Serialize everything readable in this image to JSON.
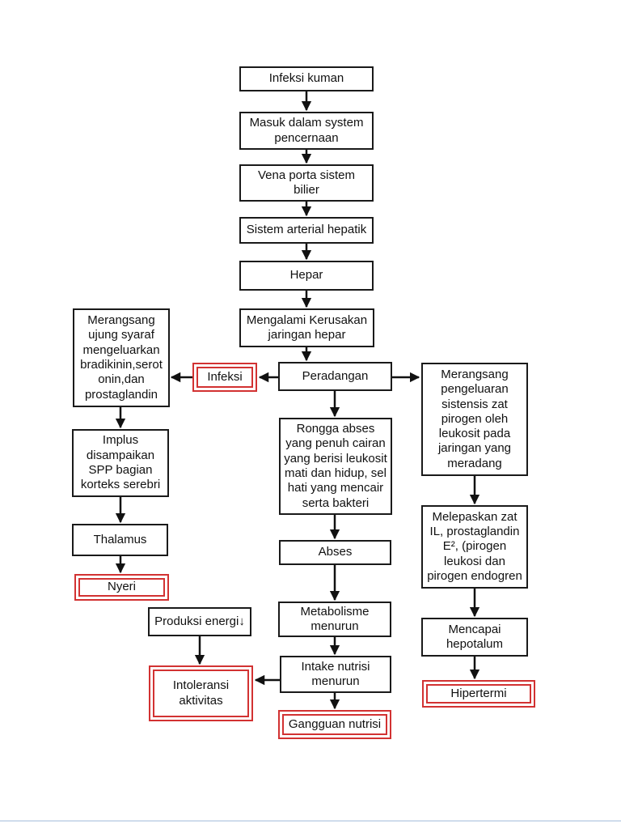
{
  "colors": {
    "box_border": "#1a1a1a",
    "alert_border": "#d23232",
    "arrow": "#111111",
    "text": "#111111",
    "page_background": "#ffffff",
    "footer_line": "#cfdcec"
  },
  "flowchart": {
    "nodes": {
      "infeksi_kuman": {
        "label": "Infeksi kuman",
        "type": "process"
      },
      "masuk_sistem_pencernaan": {
        "label": "Masuk dalam system\npencernaan",
        "type": "process"
      },
      "vena_porta": {
        "label": "Vena porta sistem\nbilier",
        "type": "process"
      },
      "sistem_arterial": {
        "label": "Sistem arterial hepatik",
        "type": "process"
      },
      "hepar": {
        "label": "Hepar",
        "type": "process"
      },
      "kerusakan_jaringan": {
        "label": "Mengalami Kerusakan\njaringan hepar",
        "type": "process"
      },
      "peradangan": {
        "label": "Peradangan",
        "type": "process"
      },
      "infeksi": {
        "label": "Infeksi",
        "type": "diagnosis-alert"
      },
      "merangsang_syaraf": {
        "label": "Merangsang\nujung syaraf\nmengeluarkan\nbradikinin,serot\nonin,dan\nprostaglandin",
        "type": "process"
      },
      "implus_spp": {
        "label": "Implus\ndisampaikan\nSPP bagian\nkorteks serebri",
        "type": "process"
      },
      "thalamus": {
        "label": "Thalamus",
        "type": "process"
      },
      "nyeri": {
        "label": "Nyeri",
        "type": "diagnosis-alert"
      },
      "rongga_abses": {
        "label": "Rongga abses\nyang penuh cairan\nyang berisi leukosit\nmati dan hidup, sel\nhati yang mencair\nserta bakteri",
        "type": "process"
      },
      "abses": {
        "label": "Abses",
        "type": "process"
      },
      "metabolisme_menurun": {
        "label": "Metabolisme\nmenurun",
        "type": "process"
      },
      "intake_nutrisi_menurun": {
        "label": "Intake nutrisi\nmenurun",
        "type": "process"
      },
      "gangguan_nutrisi": {
        "label": "Gangguan nutrisi",
        "type": "diagnosis-alert"
      },
      "produksi_energi": {
        "label": "Produksi energi↓",
        "type": "process"
      },
      "intoleransi_aktivitas": {
        "label": "Intoleransi\naktivitas",
        "type": "diagnosis-alert"
      },
      "merangsang_pirogen": {
        "label": "Merangsang\npengeluaran\nsistensis zat\npirogen oleh\nleukosit pada\njaringan yang\nmeradang",
        "type": "process"
      },
      "melepaskan_zat": {
        "label": "Melepaskan zat\nIL, prostaglandin\nE², (pirogen\nleukosi dan\npirogen endogren",
        "type": "process"
      },
      "mencapai_hepotalum": {
        "label": "Mencapai\nhepotalum",
        "type": "process"
      },
      "hipertermi": {
        "label": "Hipertermi",
        "type": "diagnosis-alert"
      }
    },
    "edges": [
      "infeksi_kuman -> masuk_sistem_pencernaan",
      "masuk_sistem_pencernaan -> vena_porta",
      "vena_porta -> sistem_arterial",
      "sistem_arterial -> hepar",
      "hepar -> kerusakan_jaringan",
      "kerusakan_jaringan -> peradangan",
      "peradangan -> infeksi",
      "infeksi -> merangsang_syaraf",
      "peradangan -> merangsang_pirogen",
      "peradangan -> rongga_abses",
      "merangsang_syaraf -> implus_spp",
      "implus_spp -> thalamus",
      "thalamus -> nyeri",
      "rongga_abses -> abses",
      "abses -> metabolisme_menurun",
      "metabolisme_menurun -> intake_nutrisi_menurun",
      "intake_nutrisi_menurun -> gangguan_nutrisi",
      "intake_nutrisi_menurun -> intoleransi_aktivitas",
      "produksi_energi -> intoleransi_aktivitas",
      "merangsang_pirogen -> melepaskan_zat",
      "melepaskan_zat -> mencapai_hepotalum",
      "mencapai_hepotalum -> hipertermi"
    ]
  }
}
